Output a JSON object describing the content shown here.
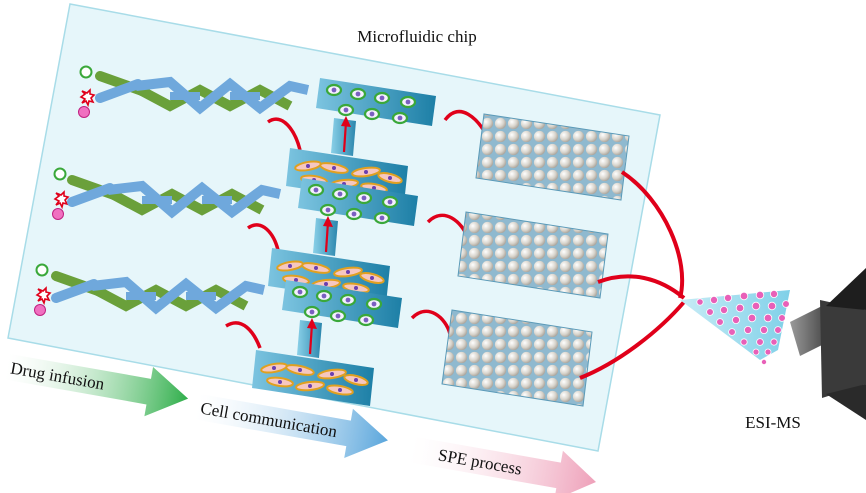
{
  "chip_title": "Microfluidic chip",
  "arrows": [
    {
      "label": "Drug infusion",
      "color": "#3cb44b"
    },
    {
      "label": "Cell communication",
      "color": "#6aaee0"
    },
    {
      "label": "SPE process",
      "color": "#f0a0b8"
    }
  ],
  "detector_label": "ESI-MS",
  "colors": {
    "chip_fill": "#e6f6fa",
    "chip_border": "#a8dce8",
    "channel_blue": "#6fa8dc",
    "channel_green": "#6aa03a",
    "chamber_teal": "#2a8fb0",
    "connector_red": "#e0001a",
    "droplet_pink": "#e0409a"
  },
  "units": 3
}
